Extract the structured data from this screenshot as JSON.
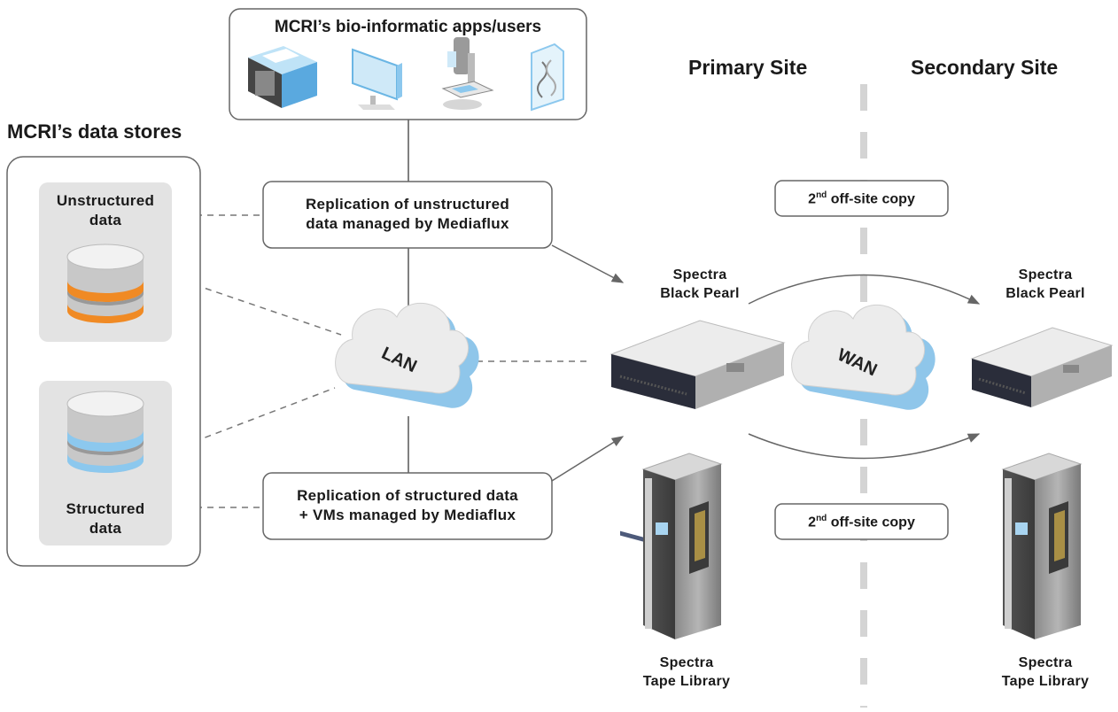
{
  "apps_box": {
    "title": "MCRI’s bio-informatic apps/users",
    "icons": [
      "sequencer-icon",
      "monitor-icon",
      "microscope-icon",
      "dna-document-icon"
    ]
  },
  "data_stores": {
    "title": "MCRI’s data stores",
    "unstructured_line1": "Unstructured",
    "unstructured_line2": "data",
    "structured_line1": "Structured",
    "structured_line2": "data"
  },
  "sites": {
    "primary": "Primary Site",
    "secondary": "Secondary Site"
  },
  "replication": {
    "unstructured_line1": "Replication of unstructured",
    "unstructured_line2": "data managed by Mediaflux",
    "structured_line1": "Replication of structured data",
    "structured_line2": "+ VMs managed by Mediaflux"
  },
  "clouds": {
    "lan": "LAN",
    "wan": "WAN"
  },
  "offsite_copy": {
    "prefix": "2",
    "superscript": "nd",
    "suffix": " off-site copy"
  },
  "devices": {
    "primary_blackpearl_line1": "Spectra",
    "primary_blackpearl_line2": "Black Pearl",
    "secondary_blackpearl_line1": "Spectra",
    "secondary_blackpearl_line2": "Black Pearl",
    "primary_tape_line1": "Spectra",
    "primary_tape_line2": "Tape Library",
    "secondary_tape_line1": "Spectra",
    "secondary_tape_line2": "Tape Library"
  },
  "colors": {
    "orange": "#f08a24",
    "blue": "#8cc8ee",
    "cloud_blue": "#8fc6ea",
    "grey_panel": "#e3e3e3",
    "line": "#555555",
    "dashed": "#777777",
    "divider": "#d4d4d4"
  }
}
